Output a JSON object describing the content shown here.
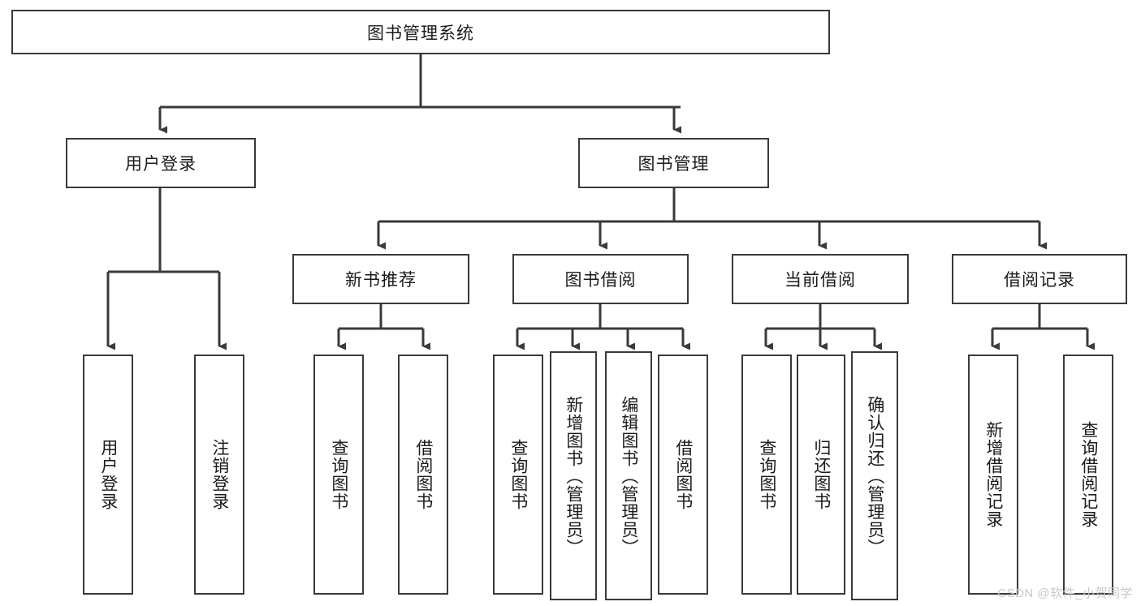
{
  "diagram": {
    "type": "tree",
    "title": "图书管理系统",
    "root": {
      "label": "图书管理系统"
    },
    "level2": [
      {
        "label": "用户登录"
      },
      {
        "label": "图书管理"
      }
    ],
    "level3": [
      {
        "label": "新书推荐"
      },
      {
        "label": "图书借阅"
      },
      {
        "label": "当前借阅"
      },
      {
        "label": "借阅记录"
      }
    ],
    "leaves": {
      "user_login": [
        {
          "label": "用户登录"
        },
        {
          "label": "注销登录"
        }
      ],
      "new_book": [
        {
          "label": "查询图书"
        },
        {
          "label": "借阅图书"
        }
      ],
      "borrow_book": [
        {
          "label": "查询图书"
        },
        {
          "label": "新增图书（管理员）"
        },
        {
          "label": "编辑图书（管理员）"
        },
        {
          "label": "借阅图书"
        }
      ],
      "current_borrow": [
        {
          "label": "查询图书"
        },
        {
          "label": "归还图书"
        },
        {
          "label": "确认归还（管理员）"
        }
      ],
      "borrow_record": [
        {
          "label": "新增借阅记录"
        },
        {
          "label": "查询借阅记录"
        }
      ]
    }
  },
  "watermark": {
    "text": "CSDN @软件_小贺同学"
  },
  "colors": {
    "border": "#3a3a3a",
    "background": "#ffffff",
    "text": "#1b1b1b",
    "watermark": "#c8c8c8"
  }
}
